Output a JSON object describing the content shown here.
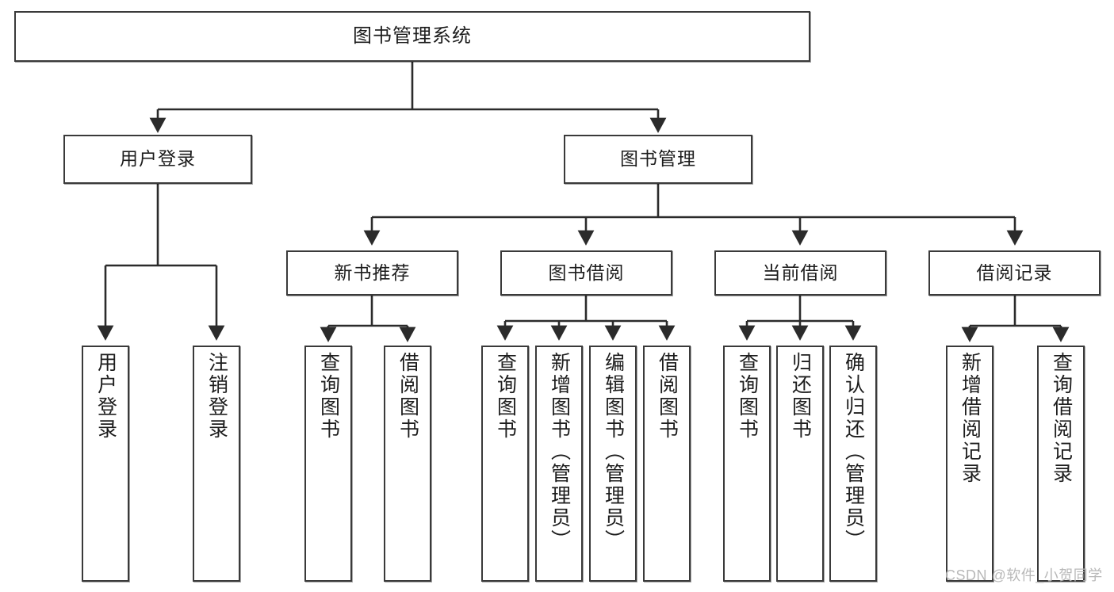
{
  "diagram": {
    "type": "tree",
    "title": "图书管理系统",
    "orientation": "top-down",
    "colors": {
      "box_border": "#3a3a3a",
      "box_fill": "#ffffff",
      "edge": "#2b2b2b",
      "text": "#1d1d1d",
      "watermark": "#b8b8b8",
      "background": "#ffffff"
    },
    "watermark": "CSDN @软件_小贺同学",
    "nodes": {
      "root": {
        "label": "图书管理系统",
        "level": 1
      },
      "l2": [
        {
          "id": "user-login",
          "label": "用户登录",
          "level": 2
        },
        {
          "id": "book-manage",
          "label": "图书管理",
          "level": 2
        }
      ],
      "l3": [
        {
          "id": "new-book-rec",
          "label": "新书推荐",
          "level": 3,
          "parent": "book-manage"
        },
        {
          "id": "book-borrow",
          "label": "图书借阅",
          "level": 3,
          "parent": "book-manage"
        },
        {
          "id": "current-borrow",
          "label": "当前借阅",
          "level": 3,
          "parent": "book-manage"
        },
        {
          "id": "borrow-record",
          "label": "借阅记录",
          "level": 3,
          "parent": "book-manage"
        }
      ],
      "leaves": [
        {
          "id": "leaf-user-login",
          "label": "用户登录",
          "parent": "user-login"
        },
        {
          "id": "leaf-user-logout",
          "label": "注销登录",
          "parent": "user-login"
        },
        {
          "id": "leaf-query-book-1",
          "label": "查询图书",
          "parent": "new-book-rec"
        },
        {
          "id": "leaf-borrow-book-1",
          "label": "借阅图书",
          "parent": "new-book-rec"
        },
        {
          "id": "leaf-query-book-2",
          "label": "查询图书",
          "parent": "book-borrow"
        },
        {
          "id": "leaf-add-book",
          "label": "新增图书（管理员）",
          "parent": "book-borrow"
        },
        {
          "id": "leaf-edit-book",
          "label": "编辑图书（管理员）",
          "parent": "book-borrow"
        },
        {
          "id": "leaf-borrow-book-2",
          "label": "借阅图书",
          "parent": "book-borrow"
        },
        {
          "id": "leaf-query-book-3",
          "label": "查询图书",
          "parent": "current-borrow"
        },
        {
          "id": "leaf-return-book",
          "label": "归还图书",
          "parent": "current-borrow"
        },
        {
          "id": "leaf-confirm-return",
          "label": "确认归还（管理员）",
          "parent": "current-borrow"
        },
        {
          "id": "leaf-add-record",
          "label": "新增借阅记录",
          "parent": "borrow-record"
        },
        {
          "id": "leaf-query-record",
          "label": "查询借阅记录",
          "parent": "borrow-record"
        }
      ]
    }
  }
}
